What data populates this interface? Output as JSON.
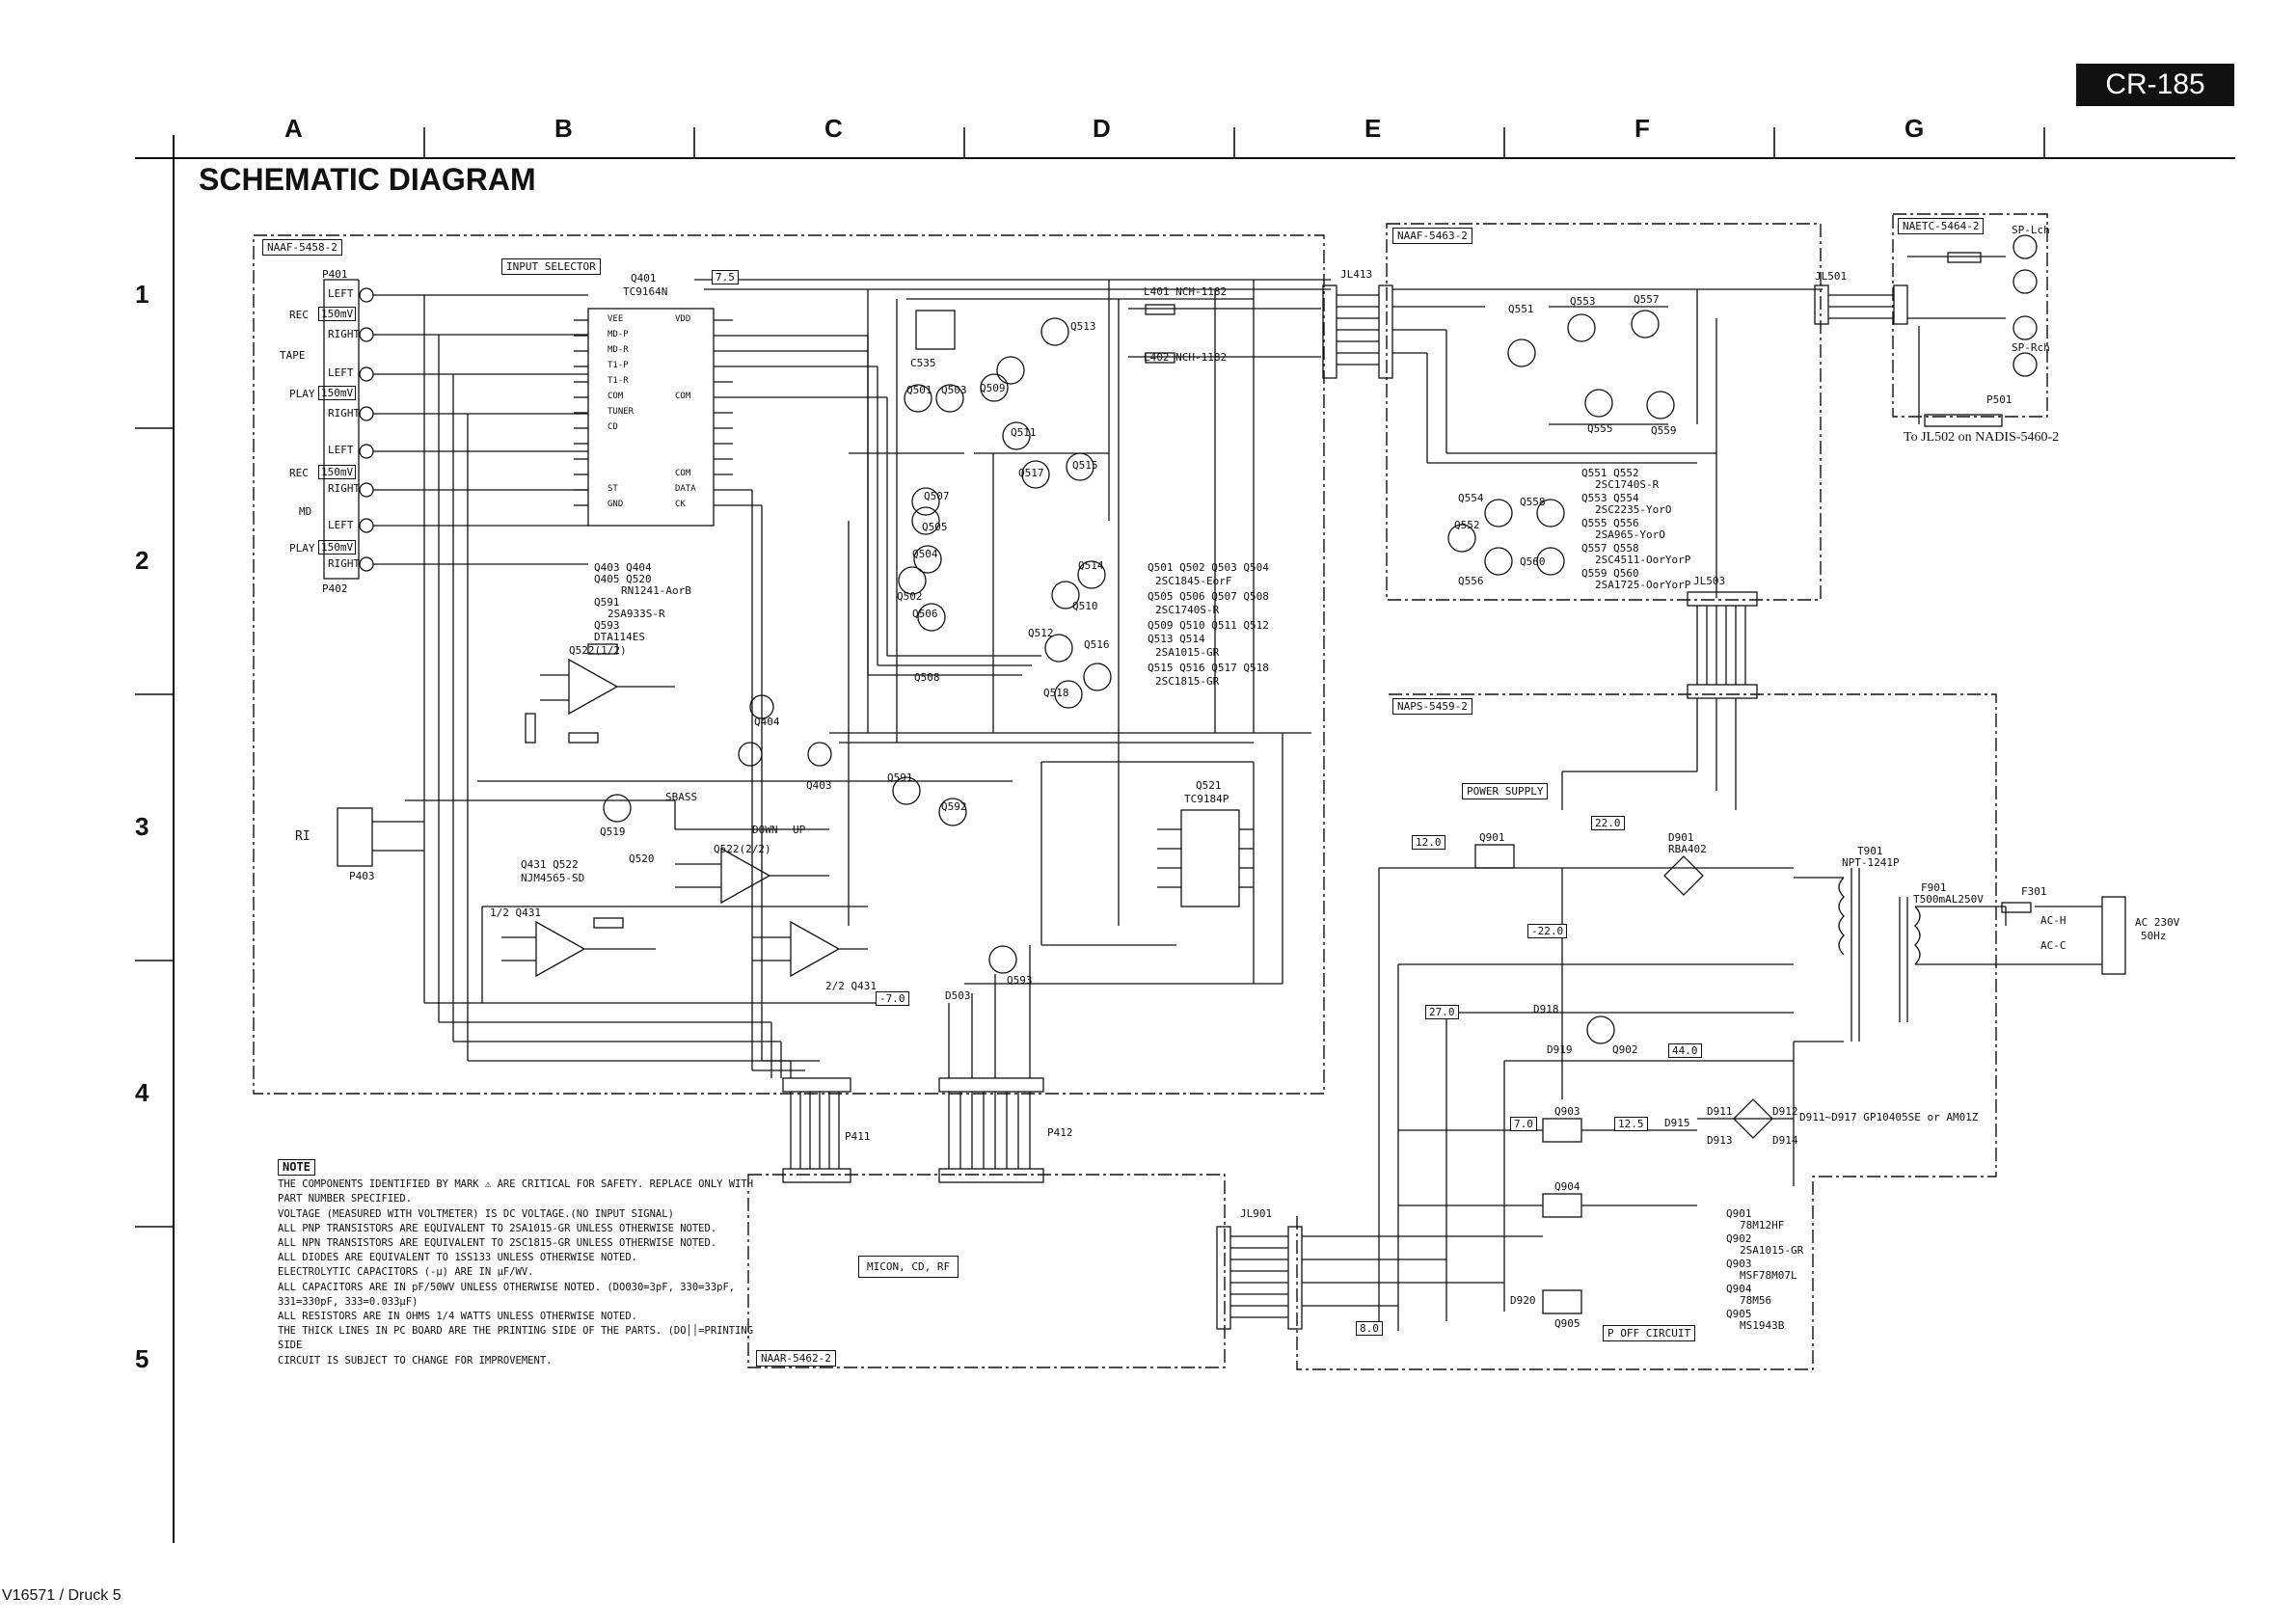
{
  "header": {
    "model": "CR-185",
    "title": "SCHEMATIC DIAGRAM"
  },
  "columns": [
    "A",
    "B",
    "C",
    "D",
    "E",
    "F",
    "G"
  ],
  "rows": [
    "1",
    "2",
    "3",
    "4",
    "5"
  ],
  "boards": {
    "input": "NAAF-5458-2",
    "power_amp": "NAAF-5463-2",
    "speaker": "NAETC-5464-2",
    "power": "NAPS-5459-2",
    "micon": "NAAR-5462-2"
  },
  "blocks": {
    "input_selector": "INPUT SELECTOR",
    "power_supply": "POWER SUPPLY",
    "p_off": "P OFF CIRCUIT",
    "micon": "MICON, CD, RF"
  },
  "connectors": {
    "p401": "P401",
    "p402": "P402",
    "p403": "P403",
    "p411": "P411",
    "p412": "P412",
    "jl413": "JL413",
    "jl501": "JL501",
    "jl503": "JL503",
    "jl901": "JL901",
    "p501": "P501"
  },
  "jack_labels": {
    "rec": "REC",
    "tape": "TAPE",
    "play": "PLAY",
    "md": "MD",
    "left": "LEFT",
    "right": "RIGHT",
    "level": "150mV",
    "ri": "RI"
  },
  "speaker": {
    "sp_l": "SP-Lch",
    "sp_r": "SP-Rch",
    "note": "To JL502 on NADIS-5460-2"
  },
  "ac": {
    "label": "AC 230V",
    "freq": "50Hz",
    "ac_h": "AC-H",
    "ac_c": "AC-C"
  },
  "ics": {
    "q401": "Q401",
    "q401_type": "TC9164N",
    "q521": "Q521",
    "q521_type": "TC9184P",
    "q522": "Q522(1/2)",
    "q522b": "Q522(2/2)",
    "q431": "1/2 Q431",
    "q431b": "2/2 Q431",
    "q431_type": "Q431  Q522",
    "q431_model": "NJM4565-SD"
  },
  "ic_pins_left": [
    "VEE",
    "MD-P",
    "MD-R",
    "T1-P",
    "T1-R",
    "COM",
    "TUNER",
    "CD",
    "",
    "",
    "",
    "ST",
    "GND"
  ],
  "ic_pins_right": [
    "VDD",
    "",
    "",
    "",
    "",
    "COM",
    "",
    "",
    "",
    "",
    "COM",
    "DATA",
    "CK"
  ],
  "parts_input": [
    "Q403 Q404",
    "Q405 Q520",
    "RN1241-AorB",
    "Q591",
    "2SA933S-R",
    "Q593",
    "DTA114ES",
    "Q519",
    "Q520",
    "Q404",
    "Q403",
    "Q591",
    "Q592",
    "Q593",
    "D503",
    "SBASS",
    "DOWN",
    "UP"
  ],
  "parts_amp": [
    "Q501",
    "Q502",
    "Q503",
    "Q504",
    "Q505",
    "Q506",
    "Q507",
    "Q508",
    "Q509",
    "Q510",
    "Q511",
    "Q512",
    "Q513",
    "Q514",
    "Q515",
    "Q516",
    "Q517",
    "Q518",
    "L401 NCH-1182",
    "L402 NCH-1182",
    "C535"
  ],
  "amp_legend": [
    "Q501  Q502  Q503  Q504",
    "2SC1845-EorF",
    "Q505  Q506  Q507  Q508",
    "2SC1740S-R",
    "Q509  Q510  Q511  Q512",
    "Q513  Q514",
    "2SA1015-GR",
    "Q515  Q516  Q517  Q518",
    "2SC1815-GR"
  ],
  "out_legend": [
    "Q551  Q552",
    "2SC1740S-R",
    "Q553  Q554",
    "2SC2235-YorO",
    "Q555  Q556",
    "2SA965-YorO",
    "Q557  Q558",
    "2SC4511-OorYorP",
    "Q559  Q560",
    "2SA1725-OorYorP"
  ],
  "out_parts": [
    "Q551",
    "Q552",
    "Q553",
    "Q554",
    "Q555",
    "Q556",
    "Q557",
    "Q558",
    "Q559",
    "Q560"
  ],
  "power_parts": [
    "Q901",
    "Q902",
    "Q903",
    "Q904",
    "Q905",
    "D901",
    "RBA402",
    "D911",
    "D912",
    "D913",
    "D914",
    "D915",
    "D918",
    "D919",
    "D920",
    "T901",
    "NPT-1241P",
    "F901",
    "T500mAL250V",
    "F301"
  ],
  "power_legend": [
    "Q901",
    "78M12HF",
    "Q902",
    "2SA1015-GR",
    "Q903",
    "MSF78M07L",
    "Q904",
    "78M56",
    "Q905",
    "MS1943B"
  ],
  "power_extra": "D911~D917  GP10405SE or AM01Z",
  "voltages": [
    "7.5",
    "12.0",
    "22.0",
    "-22.0",
    "27.0",
    "7.0",
    "12.5",
    "44.0",
    "8.0",
    "-7.0"
  ],
  "notes": {
    "heading": "NOTE",
    "items": [
      "THE COMPONENTS IDENTIFIED BY MARK ⚠ ARE CRITICAL FOR SAFETY. REPLACE ONLY WITH PART NUMBER SPECIFIED.",
      "VOLTAGE (MEASURED WITH VOLTMETER) IS DC VOLTAGE.(NO INPUT SIGNAL)",
      "ALL PNP TRANSISTORS ARE EQUIVALENT TO 2SA1015-GR UNLESS OTHERWISE NOTED.",
      "ALL NPN TRANSISTORS ARE EQUIVALENT TO 2SC1815-GR UNLESS OTHERWISE NOTED.",
      "ALL DIODES ARE EQUIVALENT TO 1SS133 UNLESS OTHERWISE NOTED.",
      "ELECTROLYTIC CAPACITORS (-µ) ARE IN µF/WV.",
      "ALL CAPACITORS ARE IN pF/50WV UNLESS OTHERWISE NOTED. (DO030=3pF, 330=33pF, 331=330pF, 333=0.033µF)",
      "ALL RESISTORS ARE IN OHMS 1/4 WATTS UNLESS OTHERWISE NOTED.",
      "THE THICK LINES IN PC BOARD ARE THE PRINTING SIDE OF THE PARTS. (DO││=PRINTING SIDE",
      "CIRCUIT IS SUBJECT TO CHANGE FOR IMPROVEMENT."
    ]
  },
  "footer": "V16571 / Druck 5"
}
